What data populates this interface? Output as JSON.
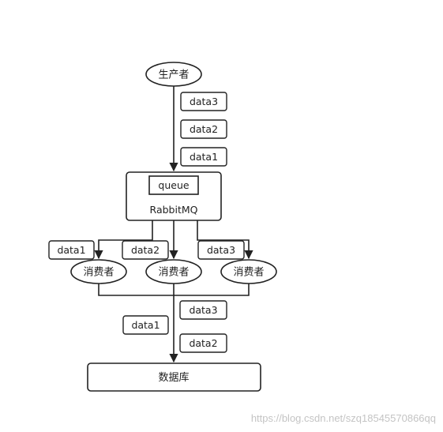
{
  "colors": {
    "stroke": "#222222",
    "text": "#222222",
    "background": "#ffffff",
    "watermark": "#c4c4c4"
  },
  "producer": {
    "label": "生产者"
  },
  "incoming_messages": [
    "data3",
    "data2",
    "data1"
  ],
  "broker": {
    "queue_label": "queue",
    "name": "RabbitMQ"
  },
  "consumers": [
    {
      "label": "消费者",
      "message": "data1"
    },
    {
      "label": "消费者",
      "message": "data2"
    },
    {
      "label": "消费者",
      "message": "data3"
    }
  ],
  "outgoing_messages": [
    "data3",
    "data1",
    "data2"
  ],
  "database": {
    "label": "数据库"
  },
  "watermark": "https://blog.csdn.net/szq18545570866qq"
}
